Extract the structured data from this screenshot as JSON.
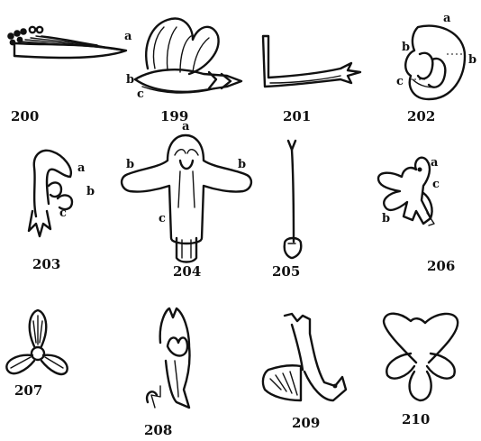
{
  "figures": [
    {
      "number": "200",
      "letters": []
    },
    {
      "number": "199",
      "letters": [
        "a",
        "b",
        "c"
      ]
    },
    {
      "number": "201",
      "letters": []
    },
    {
      "number": "202",
      "letters": [
        "a",
        "b",
        "b",
        "c"
      ]
    },
    {
      "number": "203",
      "letters": [
        "a",
        "b",
        "c"
      ]
    },
    {
      "number": "204",
      "letters": [
        "a",
        "b",
        "b",
        "c"
      ]
    },
    {
      "number": "205",
      "letters": []
    },
    {
      "number": "206",
      "letters": [
        "a",
        "b",
        "c"
      ]
    },
    {
      "number": "207",
      "letters": []
    },
    {
      "number": "208",
      "letters": []
    },
    {
      "number": "209",
      "letters": []
    },
    {
      "number": "210",
      "letters": []
    }
  ]
}
